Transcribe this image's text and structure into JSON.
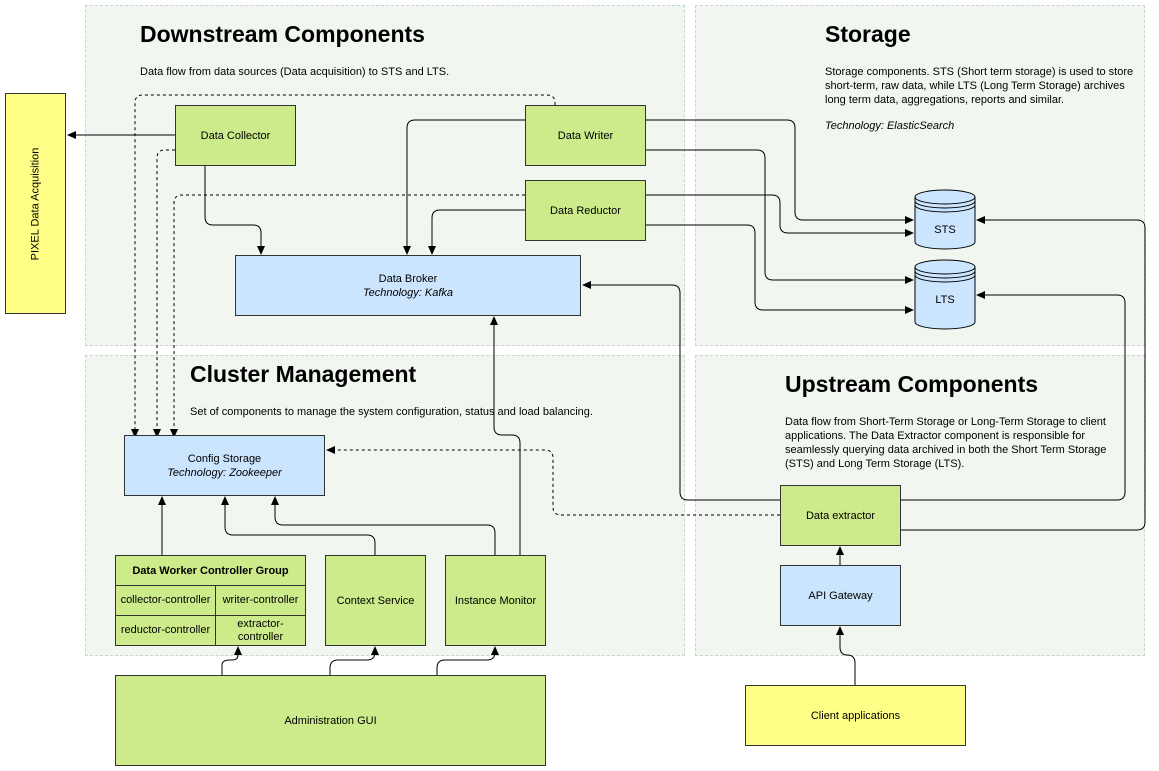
{
  "regions": {
    "downstream": {
      "title": "Downstream Components",
      "description": "Data flow from data sources (Data acquisition) to STS and LTS."
    },
    "storage": {
      "title": "Storage",
      "description": "Storage components. STS (Short term storage) is used to store short-term, raw data, while LTS (Long Term Storage) archives long term data, aggregations, reports and similar.",
      "technology": "Technology: ElasticSearch"
    },
    "cluster": {
      "title": "Cluster Management",
      "description": "Set of components to manage the system configuration, status and load balancing."
    },
    "upstream": {
      "title": "Upstream Components",
      "description": "Data flow from Short-Term Storage or Long-Term Storage to client applications. The Data Extractor component is responsible for seamlessly querying data archived in both the Short Term Storage (STS) and Long Term Storage (LTS)."
    }
  },
  "nodes": {
    "pixel": "PIXEL Data Acquisition",
    "data_collector": "Data Collector",
    "data_writer": "Data Writer",
    "data_reductor": "Data Reductor",
    "data_broker": {
      "name": "Data Broker",
      "technology": "Technology: Kafka"
    },
    "sts": "STS",
    "lts": "LTS",
    "config_storage": {
      "name": "Config Storage",
      "technology": "Technology: Zookeeper"
    },
    "worker_group": {
      "title": "Data Worker Controller Group",
      "cells": [
        "collector-controller",
        "writer-controller",
        "reductor-controller",
        "extractor-controller"
      ]
    },
    "context_service": "Context Service",
    "instance_monitor": "Instance Monitor",
    "admin_gui": "Administration GUI",
    "data_extractor": "Data extractor",
    "api_gateway": "API Gateway",
    "client_apps": "Client applications"
  },
  "colors": {
    "region_fill": "#f1f7f0",
    "component_green": "#cdeb8b",
    "component_blue": "#cce5ff",
    "external_yellow": "#ffff88",
    "stroke": "#000000"
  }
}
